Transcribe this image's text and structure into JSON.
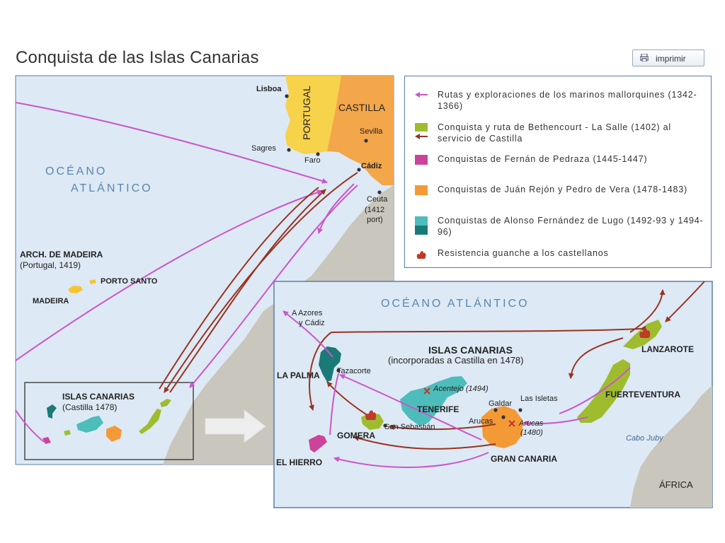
{
  "title": "Conquista de las Islas Canarias",
  "print_button": {
    "label": "imprimir",
    "icon": "printer-icon"
  },
  "colors": {
    "sea": "#dde9f4",
    "land_gray": "#c9c6bd",
    "portugal": "#f7d24b",
    "castilla": "#f3a64a",
    "route_mallorquin": "#cc55cc",
    "route_bethencourt_green": "#9fbc2e",
    "route_bethencourt_arrow": "#993322",
    "pedraza": "#cc4499",
    "rejon_vera": "#f39a37",
    "lugo_light": "#4dbdbb",
    "lugo_dark": "#1a7a78",
    "resistance": "#c0392b",
    "frame_border": "#5b7da8"
  },
  "legend": {
    "items": [
      {
        "text": "Rutas y exploraciones de los marinos mallorquines (1342-1366)",
        "swatch": "arrow",
        "color": "#cc55cc"
      },
      {
        "text": "Conquista y ruta de Bethencourt - La Salle (1402) al servicio de Castilla",
        "swatch": "box-with-arrow",
        "color": "#9fbc2e",
        "arrow_color": "#993322"
      },
      {
        "text": "Conquistas de Fernán de Pedraza (1445-1447)",
        "swatch": "box",
        "color": "#cc4499"
      },
      {
        "text": "Conquistas de Juán Rejón y Pedro de Vera (1478-1483)",
        "swatch": "box",
        "color": "#f39a37"
      },
      {
        "text": "Conquistas de Alonso Fernández de Lugo (1492-93 y 1494-96)",
        "swatch": "two-tone",
        "color": "#4dbdbb",
        "color2": "#1a7a78"
      },
      {
        "text": "Resistencia guanche a los castellanos",
        "swatch": "fire",
        "color": "#c0392b"
      }
    ]
  },
  "main_map": {
    "portugal": "PORTUGAL",
    "castilla": "CASTILLA",
    "lisboa": "Lisboa",
    "sevilla": "Sevilla",
    "sagres": "Sagres",
    "faro": "Faro",
    "cadiz": "Cádiz",
    "ceuta": "Ceuta",
    "ceuta_detail_1": "(1412",
    "ceuta_detail_2": "port)",
    "ocean_1": "OCÉANO",
    "ocean_2": "ATLÁNTICO",
    "madeira_arch": "ARCH. DE MADEIRA",
    "madeira_arch_sub": "(Portugal, 1419)",
    "porto_santo": "PORTO SANTO",
    "madeira": "MADEIRA",
    "canarias": "ISLAS CANARIAS",
    "canarias_sub": "(Castilla 1478)"
  },
  "inset_map": {
    "ocean": "OCÉANO ATLÁNTICO",
    "azores_1": "A Azores",
    "azores_2": "y Cádiz",
    "canarias": "ISLAS CANARIAS",
    "canarias_sub": "(incorporadas a Castilla en 1478)",
    "la_palma": "LA PALMA",
    "tazacorte": "Tazacorte",
    "acentejo": "Acentejo (1494)",
    "tenerife": "TENERIFE",
    "galdar": "Galdar",
    "las_isletas": "Las Isletas",
    "arucas": "Arucas",
    "arucas_battle_1": "Arucas",
    "arucas_battle_2": "(1480)",
    "san_sebastian": "San Sebastián",
    "gomera": "GOMERA",
    "el_hierro": "EL HIERRO",
    "gran_canaria": "GRAN CANARIA",
    "lanzarote": "LANZAROTE",
    "fuerteventura": "FUERTEVENTURA",
    "cabo_juby": "Cabo Juby",
    "africa": "ÁFRICA"
  }
}
